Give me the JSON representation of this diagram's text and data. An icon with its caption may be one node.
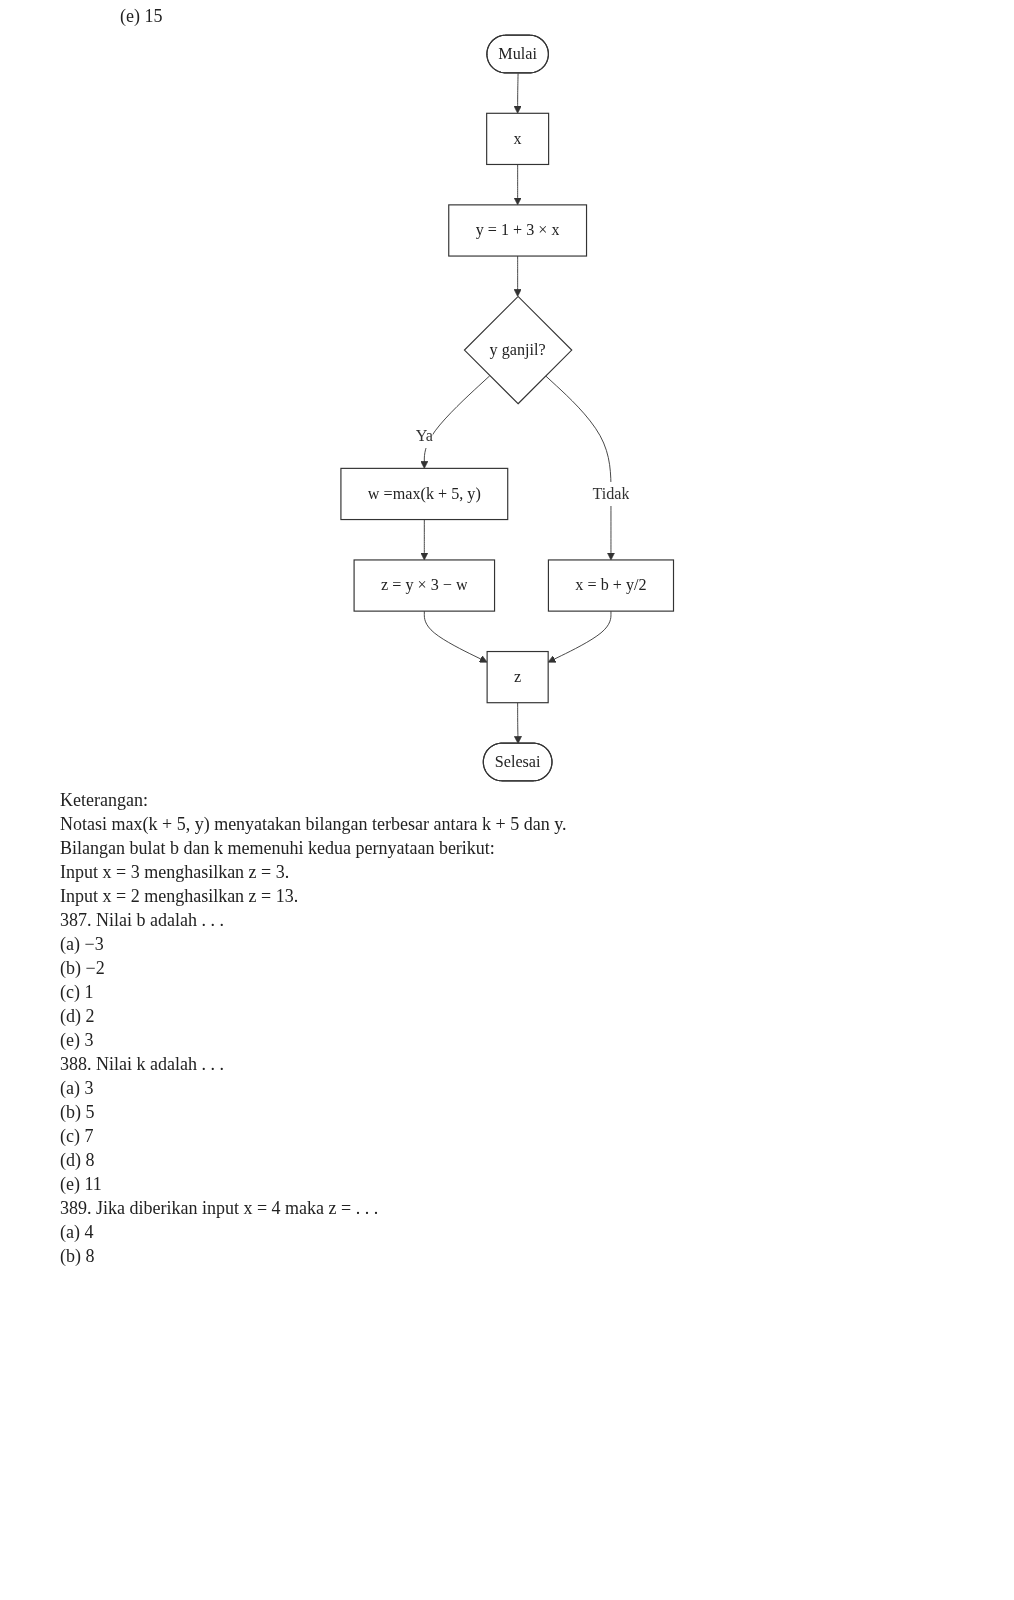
{
  "diagram": {
    "nodes": [
      {
        "text": [
          "Mulai"
        ]
      },
      {
        "text": [
          "x"
        ]
      },
      {
        "text": [
          "y = 1 + 3 × x"
        ]
      },
      {
        "text": [
          "y ganjil?"
        ]
      },
      {
        "text": [
          "w =max(k + 5, y)"
        ]
      },
      {
        "text": [
          "x = b + y/2"
        ]
      },
      {
        "text": [
          "z = y × 3 − w"
        ]
      },
      {
        "text": [
          "z"
        ]
      },
      {
        "text": [
          "Selesai"
        ]
      }
    ],
    "edges": [
      {
        "from": 0,
        "to": 1,
        "arrow": "to"
      },
      {
        "from": 1,
        "to": 2,
        "arrow": "to"
      },
      {
        "from": 2,
        "to": 3,
        "arrow": "to"
      },
      {
        "from": 3,
        "to": 4,
        "label": "Ya",
        "arrow": "to"
      },
      {
        "from": 3,
        "to": 5,
        "label": "Tidak",
        "arrow": "to"
      },
      {
        "from": 4,
        "to": 6,
        "arrow": "to"
      },
      {
        "from": 6,
        "to": 7,
        "arrow": "to"
      },
      {
        "from": 5,
        "to": 7,
        "arrow": "to"
      },
      {
        "from": 7,
        "to": 8,
        "arrow": "to"
      }
    ],
    "labels": [
      "(e) 15",
      "Keterangan:",
      "Notasi max(k + 5, y) menyatakan bilangan terbesar antara k + 5 dan y.",
      "Bilangan bulat b dan k memenuhi kedua pernyataan berikut:",
      "Input x = 3 menghasilkan z = 3.",
      "Input x = 2 menghasilkan z = 13.",
      "387. Nilai b adalah . . .",
      "(a) −3",
      "(b) −2",
      "(c) 1",
      "(d) 2",
      "(e) 3",
      "388. Nilai k adalah . . .",
      "(a) 3",
      "(b) 5",
      "(c) 7",
      "(d) 8",
      "(e) 11",
      "389. Jika diberikan input x = 4 maka z = . . .",
      "(a) 4",
      "(b) 8"
    ]
  }
}
